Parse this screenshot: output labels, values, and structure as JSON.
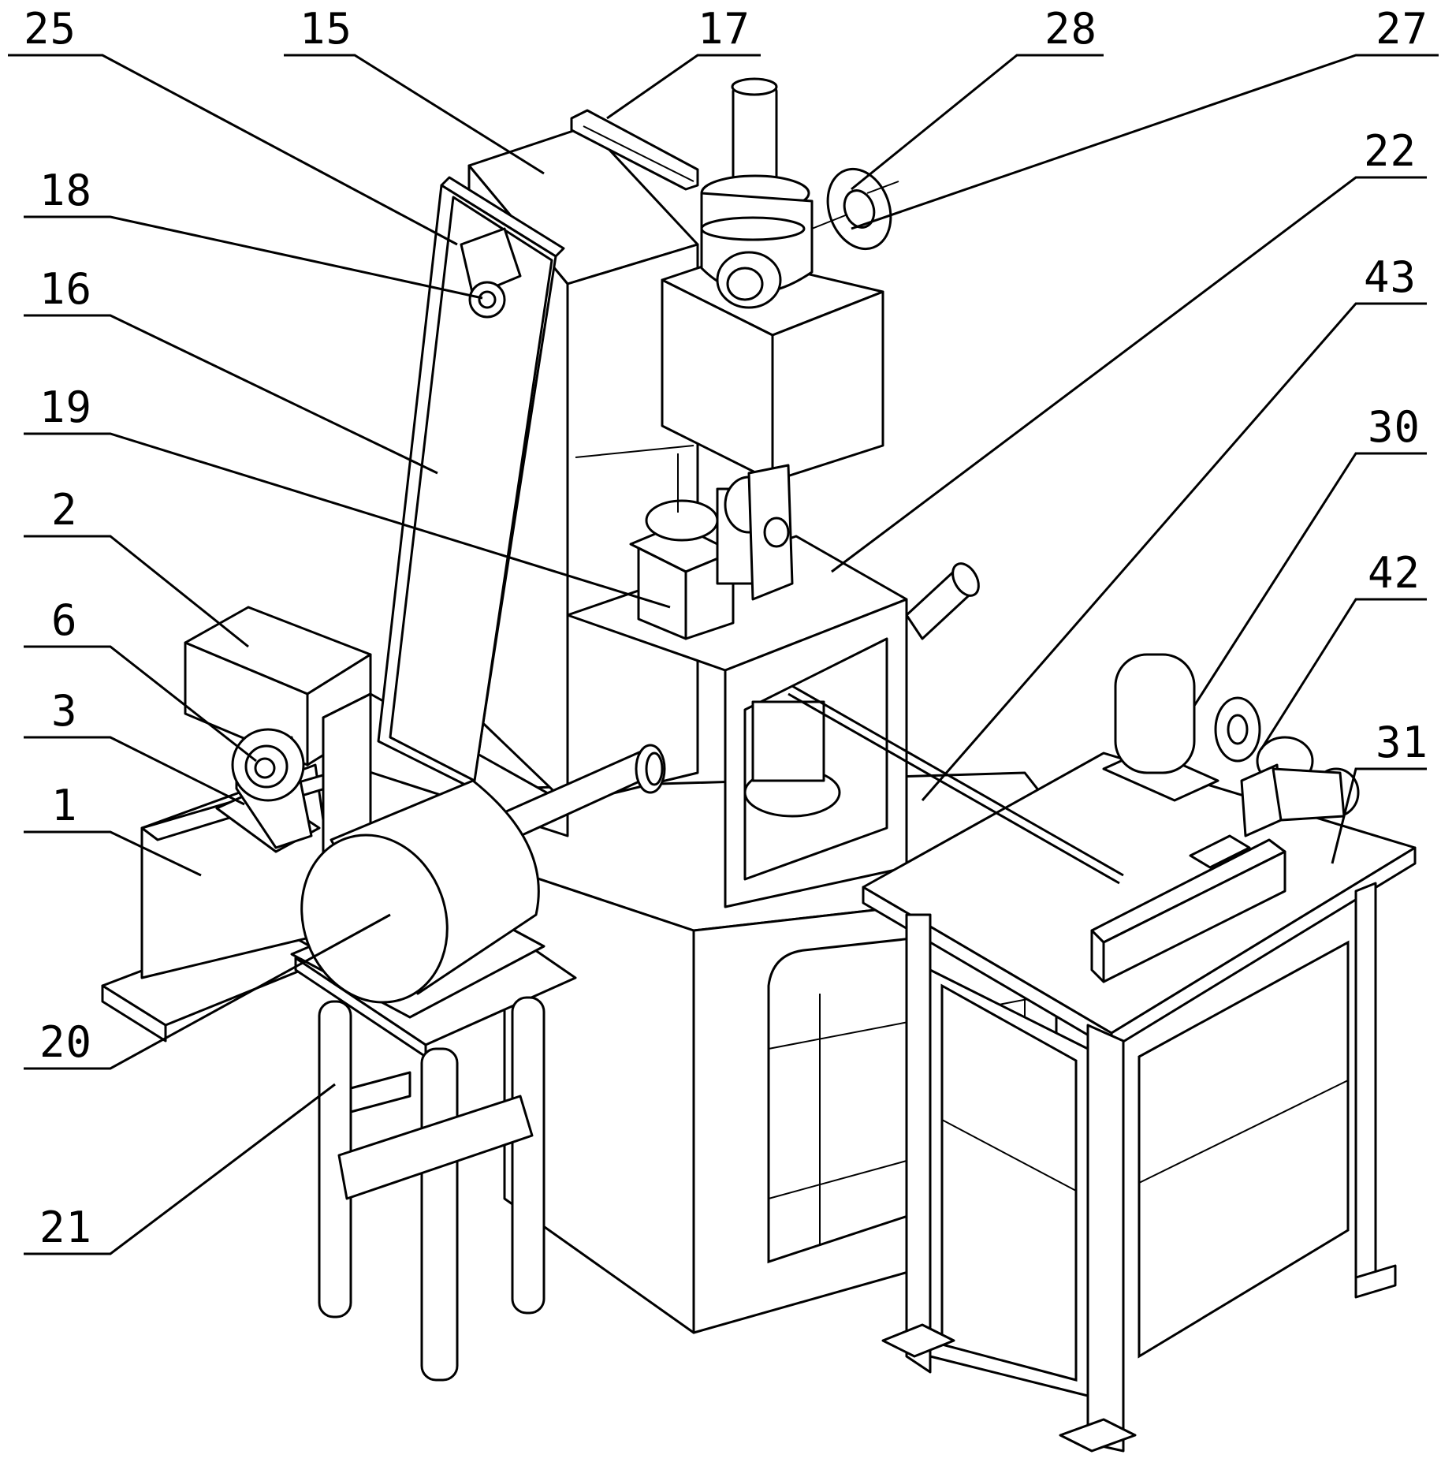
{
  "figure": {
    "labels": {
      "l25": "25",
      "l15": "15",
      "l17": "17",
      "l28": "28",
      "l27": "27",
      "l18": "18",
      "l22": "22",
      "l16": "16",
      "l43": "43",
      "l19": "19",
      "l30": "30",
      "l2": "2",
      "l42": "42",
      "l6": "6",
      "l3": "3",
      "l31": "31",
      "l1": "1",
      "l20": "20",
      "l21": "21"
    }
  }
}
